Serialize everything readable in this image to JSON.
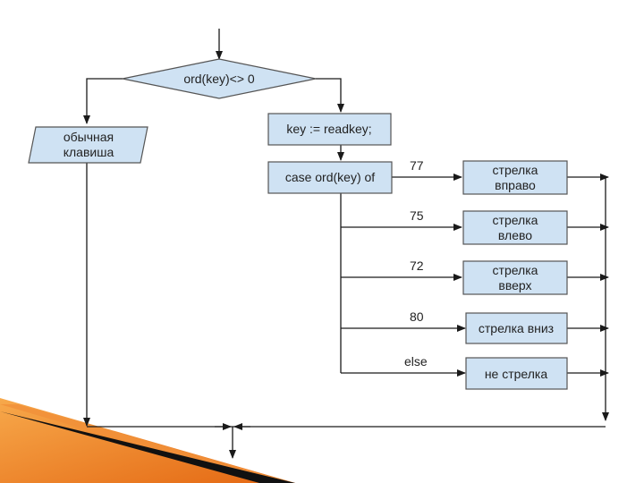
{
  "diagram": {
    "decision": "ord(key)<> 0",
    "normal_key": [
      "обычная",
      "клавиша"
    ],
    "readkey": "key := readkey;",
    "case": "case ord(key) of",
    "branches": [
      {
        "label": "77",
        "lines": [
          "стрелка",
          "вправо"
        ]
      },
      {
        "label": "75",
        "lines": [
          "стрелка",
          "влево"
        ]
      },
      {
        "label": "72",
        "lines": [
          "стрелка",
          "вверх"
        ]
      },
      {
        "label": "80",
        "lines": [
          "стрелка вниз"
        ]
      },
      {
        "label": "else",
        "lines": [
          "не стрелка"
        ]
      }
    ]
  },
  "colors": {
    "node_fill": "#cfe2f3",
    "node_stroke": "#555555",
    "edge": "#1a1a1a",
    "accent_orange": "#e8731a",
    "accent_dark": "#111111"
  }
}
